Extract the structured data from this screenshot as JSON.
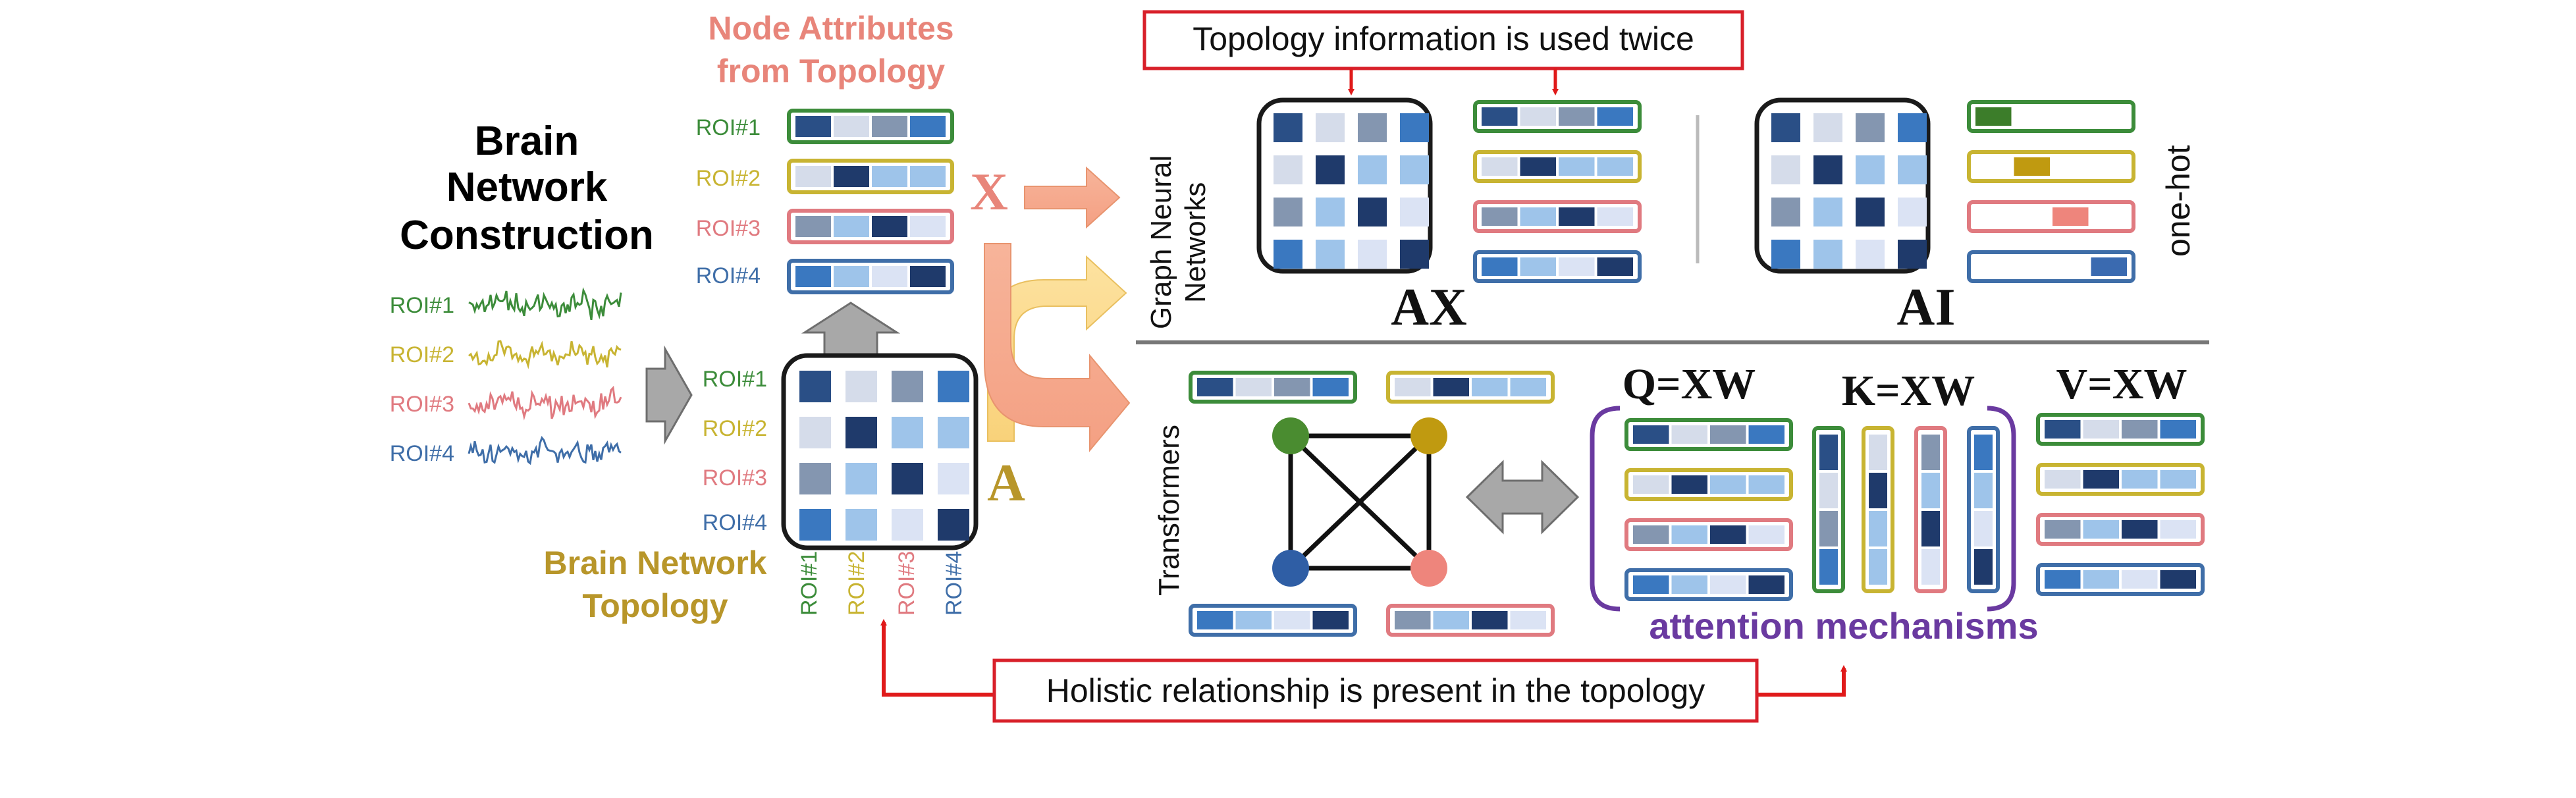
{
  "colors": {
    "roi1": "#3c8c3a",
    "roi2": "#c8b432",
    "roi3": "#e07a80",
    "roi4": "#3f6ea8",
    "gold": "#b8962a",
    "salmon": "#e8857a",
    "purple": "#6a3aa0",
    "red": "#e01a1a",
    "navy": "#1f3a6b",
    "dark_blue": "#2a4f86",
    "mid_blue": "#3a78c0",
    "light_blue": "#9ec4ea",
    "pale_blue": "#d5dcea",
    "gray_blue": "#8496b0",
    "very_pale": "#dbe3f4"
  },
  "brain_network_construction": {
    "title_line1": "Brain",
    "title_line2": "Network",
    "title_line3": "Construction",
    "signal_labels": [
      "ROI#1",
      "ROI#2",
      "ROI#3",
      "ROI#4"
    ]
  },
  "node_attributes": {
    "title_line1": "Node Attributes",
    "title_line2": "from Topology",
    "row_labels": [
      "ROI#1",
      "ROI#2",
      "ROI#3",
      "ROI#4"
    ],
    "symbol": "X"
  },
  "brain_network_topology": {
    "title_line1": "Brain Network",
    "title_line2": "Topology",
    "row_labels": [
      "ROI#1",
      "ROI#2",
      "ROI#3",
      "ROI#4"
    ],
    "col_labels": [
      "ROI#1",
      "ROI#2",
      "ROI#3",
      "ROI#4"
    ],
    "symbol": "A"
  },
  "gnn_panel": {
    "section_label_line1": "Graph Neural",
    "section_label_line2": "Networks",
    "callout": "Topology information is used twice",
    "ax_label": "AX",
    "ai_label": "AI",
    "onehot_label": "one-hot"
  },
  "transformer_panel": {
    "section_label": "Transformers",
    "q_label": "Q=XW",
    "k_label": "K=XW",
    "v_label": "V=XW",
    "attention_label": "attention mechanisms"
  },
  "bottom_callout": "Holistic relationship is present in the topology"
}
